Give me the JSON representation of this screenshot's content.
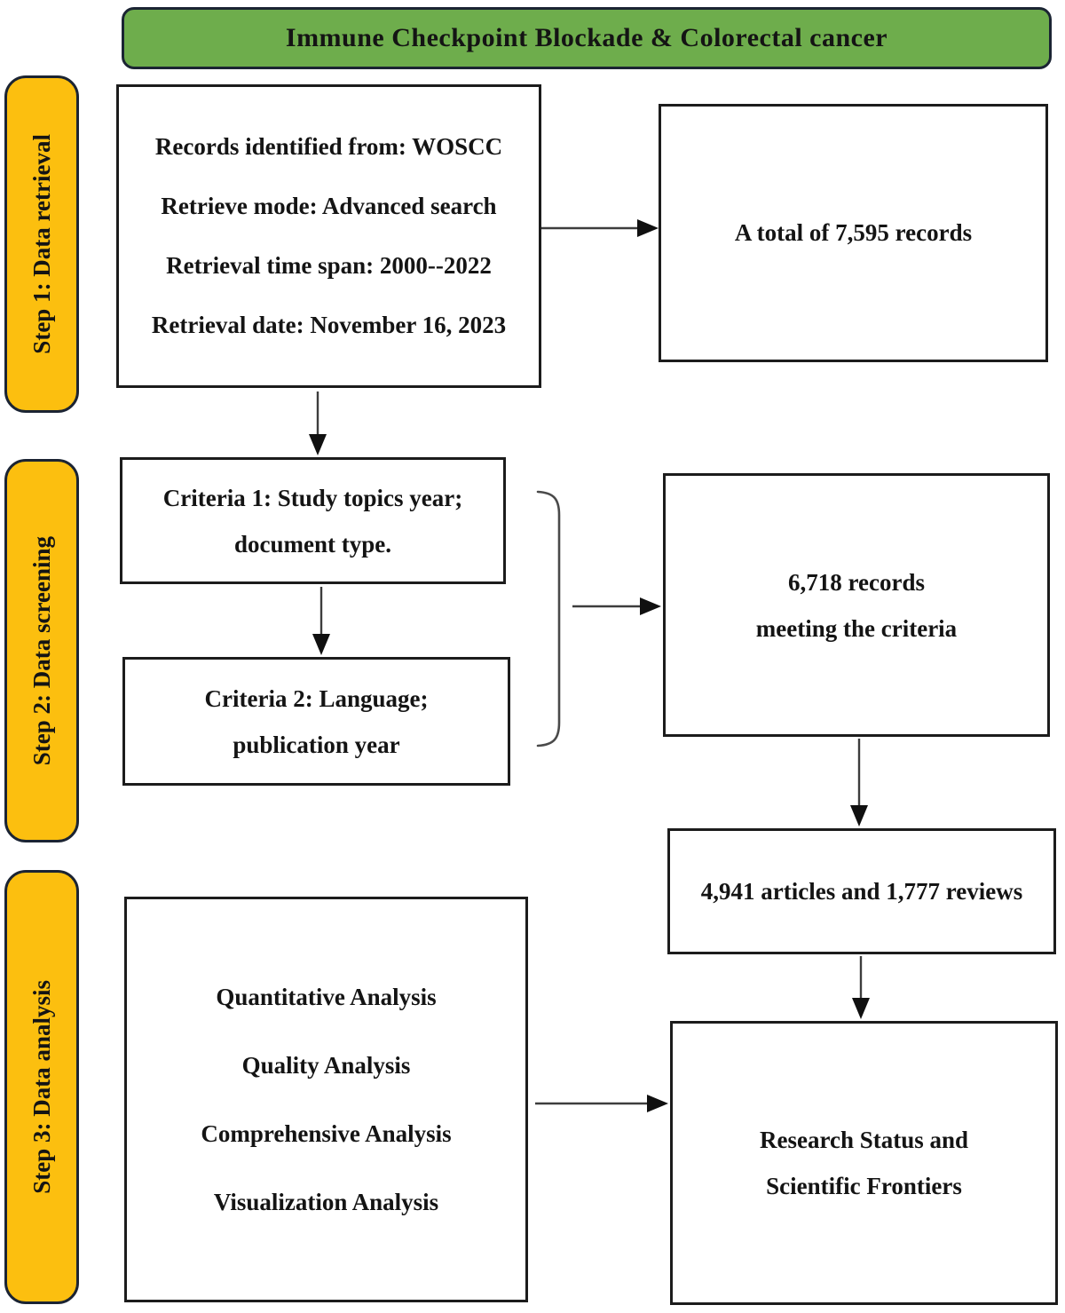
{
  "title": "Immune Checkpoint Blockade & Colorectal cancer",
  "steps": {
    "step1": "Step 1: Data retrieval",
    "step2": "Step 2: Data screening",
    "step3": "Step 3: Data analysis"
  },
  "boxes": {
    "retrieval": {
      "line1": "Records identified from: WOSCC",
      "line2": "Retrieve mode: Advanced search",
      "line3": "Retrieval time span: 2000--2022",
      "line4": "Retrieval date: November 16, 2023"
    },
    "total": "A total of 7,595 records",
    "criteria1": {
      "line1": "Criteria 1: Study topics year;",
      "line2": "document type."
    },
    "criteria2": {
      "line1": "Criteria 2: Language;",
      "line2": "publication year"
    },
    "meeting": {
      "line1": "6,718 records",
      "line2": "meeting the criteria"
    },
    "articles": "4,941 articles and 1,777 reviews",
    "analysis": {
      "line1": "Quantitative Analysis",
      "line2": "Quality Analysis",
      "line3": "Comprehensive Analysis",
      "line4": "Visualization Analysis"
    },
    "outcome": {
      "line1": "Research Status and",
      "line2": "Scientific Frontiers"
    }
  },
  "colors": {
    "header_green": "#6ead4c",
    "step_yellow": "#fcbf0f",
    "box_border": "#1c1c1c",
    "arrow": "#101010"
  }
}
